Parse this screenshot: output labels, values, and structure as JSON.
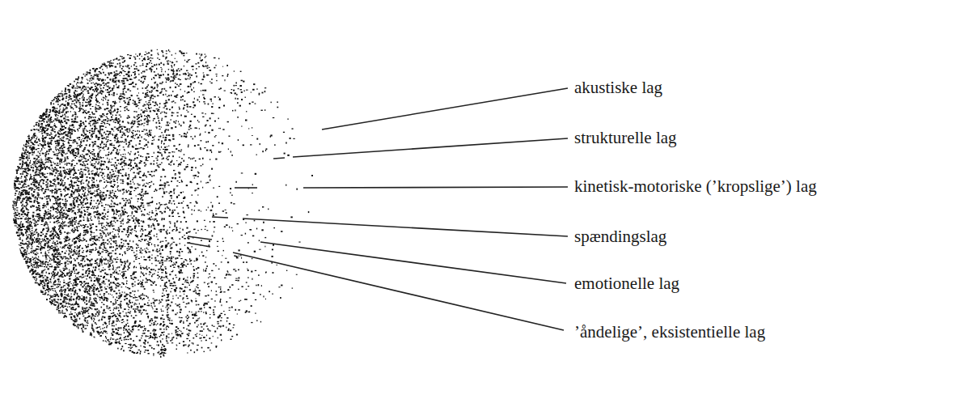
{
  "diagram": {
    "labels": [
      "akustiske lag",
      "strukturelle lag",
      "kinetisk-motoriske (’kropslige’) lag",
      "spændingslag",
      "emotionelle lag",
      "’åndelige’, eksistentielle lag"
    ]
  }
}
